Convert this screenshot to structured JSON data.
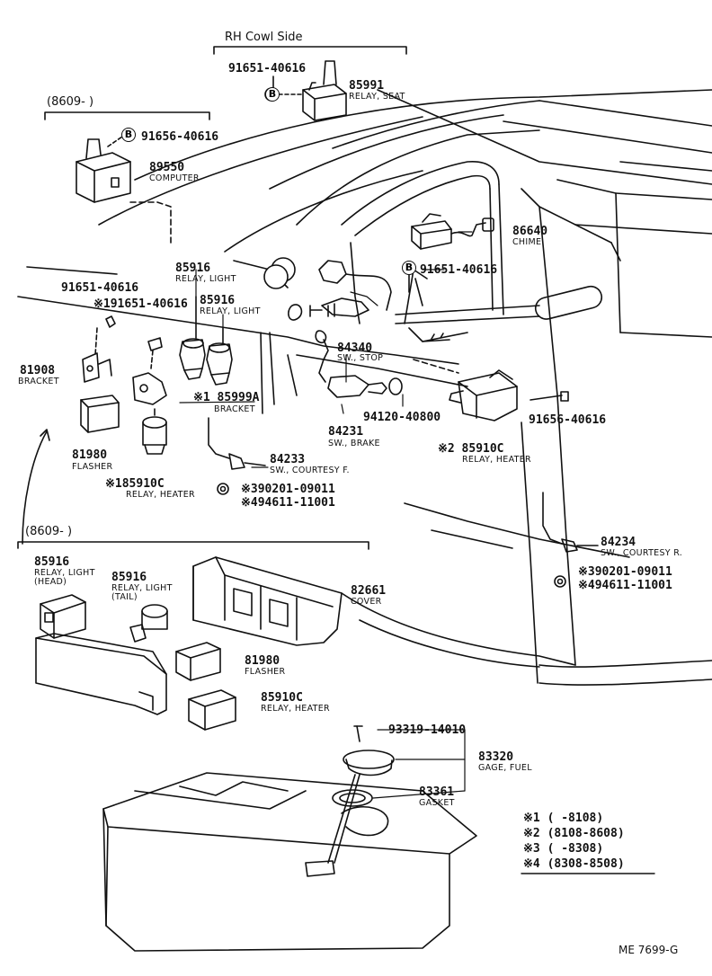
{
  "diagram_id": "ME 7699-G",
  "sections": {
    "rh_cowl": "RH Cowl Side",
    "range_8609_top": "(8609-        )",
    "range_8609_mid": "(8609-        )"
  },
  "bolt_marker": "B",
  "parts": {
    "p91651_top": {
      "no": "91651-40616"
    },
    "p85991": {
      "no": "85991",
      "desc": "RELAY, SEAT"
    },
    "p91656_top": {
      "no": "91656-40616"
    },
    "p89550": {
      "no": "89550",
      "desc": "COMPUTER"
    },
    "p86640": {
      "no": "86640",
      "desc": "CHIME"
    },
    "p91651_chime": {
      "no": "91651-40616"
    },
    "p85916_a": {
      "no": "85916",
      "desc": "RELAY, LIGHT"
    },
    "p85916_b": {
      "no": "85916",
      "desc": "RELAY, LIGHT"
    },
    "p91651_left": {
      "no": "91651-40616"
    },
    "p91651_star1": {
      "no": "※191651-40616"
    },
    "p81908": {
      "no": "81908",
      "desc": "BRACKET"
    },
    "p85999a": {
      "no": "※1 85999A",
      "desc": "BRACKET"
    },
    "p84340": {
      "no": "84340",
      "desc": "SW., STOP"
    },
    "p84231": {
      "no": "84231",
      "desc": "SW., BRAKE"
    },
    "p94120": {
      "no": "94120-40800"
    },
    "p85910c_r": {
      "no": "※2  85910C",
      "desc": "RELAY, HEATER"
    },
    "p91656_r": {
      "no": "91656-40616"
    },
    "p81980_a": {
      "no": "81980",
      "desc": "FLASHER"
    },
    "p85910c_l": {
      "no": "※185910C",
      "desc": "RELAY, HEATER"
    },
    "p84233": {
      "no": "84233",
      "desc": "SW., COURTESY F."
    },
    "p90201_a": {
      "no": "※390201-09011"
    },
    "p94611_a": {
      "no": "※494611-11001"
    },
    "p84234": {
      "no": "84234",
      "desc": "SW., COURTESY R."
    },
    "p90201_b": {
      "no": "※390201-09011"
    },
    "p94611_b": {
      "no": "※494611-11001"
    },
    "p85916_head": {
      "no": "85916",
      "desc1": "RELAY, LIGHT",
      "desc2": "(HEAD)"
    },
    "p85916_tail": {
      "no": "85916",
      "desc1": "RELAY, LIGHT",
      "desc2": "(TAIL)"
    },
    "p82661": {
      "no": "82661",
      "desc": "COVER"
    },
    "p81980_b": {
      "no": "81980",
      "desc": "FLASHER"
    },
    "p85910c_b": {
      "no": "85910C",
      "desc": "RELAY, HEATER"
    },
    "p93319": {
      "no": "93319-14010"
    },
    "p83320": {
      "no": "83320",
      "desc": "GAGE, FUEL"
    },
    "p83361": {
      "no": "83361",
      "desc": "GASKET"
    }
  },
  "legend": [
    {
      "mark": "※1",
      "range": "(      -8108)"
    },
    {
      "mark": "※2",
      "range": "(8108-8608)"
    },
    {
      "mark": "※3",
      "range": "(      -8308)"
    },
    {
      "mark": "※4",
      "range": "(8308-8508)"
    }
  ]
}
